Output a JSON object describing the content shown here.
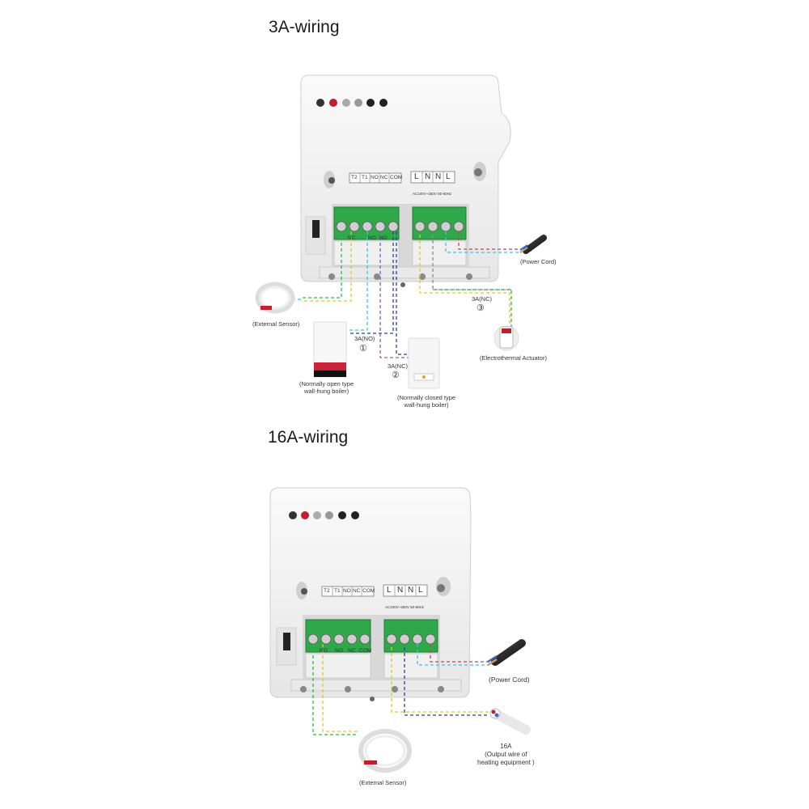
{
  "diagram_3a": {
    "title": "3A-wiring",
    "terminal_labels_left": [
      "T2",
      "T1",
      "NO",
      "NC",
      "COM"
    ],
    "terminal_labels_right": [
      "L",
      "N",
      "N",
      "L"
    ],
    "voltage_label": "AC100V~250V 50-60Hz",
    "screw_labels_left": [
      "NC",
      "NO",
      "NO"
    ],
    "captions": {
      "power_cord": "(Power Cord)",
      "external_sensor": "(External Sensor)",
      "electrothermal_actuator": "(Electrothermal Actuator)",
      "no_boiler_line1": "(Normally open type",
      "no_boiler_line2": "wall-hung boiler)",
      "nc_boiler_line1": "(Normally closed type",
      "nc_boiler_line2": "wall-hung boiler)"
    },
    "circuits": [
      {
        "label": "3A(NO)",
        "number": "①"
      },
      {
        "label": "3A(NC)",
        "number": "②"
      },
      {
        "label": "3A(NC)",
        "number": "③"
      }
    ]
  },
  "diagram_16a": {
    "title": "16A-wiring",
    "terminal_labels_left": [
      "T2",
      "T1",
      "NO",
      "NC",
      "COM"
    ],
    "terminal_labels_right": [
      "L",
      "N",
      "N",
      "L"
    ],
    "voltage_label": "AC100V~250V 50-60Hz",
    "screw_labels_left": [
      "NO",
      "NO",
      "NC",
      "COM"
    ],
    "captions": {
      "power_cord": "(Power Cord)",
      "external_sensor": "(External Sensor)",
      "output_line1": "16A",
      "output_line2": "(Output wire of",
      "output_line3": "heating equipment )"
    }
  },
  "colors": {
    "housing": "#f3f3f3",
    "terminal_green": "#2fa84a",
    "wire_green": "#2db84a",
    "wire_yellow": "#e3c52a",
    "wire_cyan": "#35c6e8",
    "wire_blue": "#2a3fa0",
    "wire_purple": "#7a5ad8",
    "wire_red": "#c0455e",
    "wire_gray": "#8a8a8a"
  }
}
